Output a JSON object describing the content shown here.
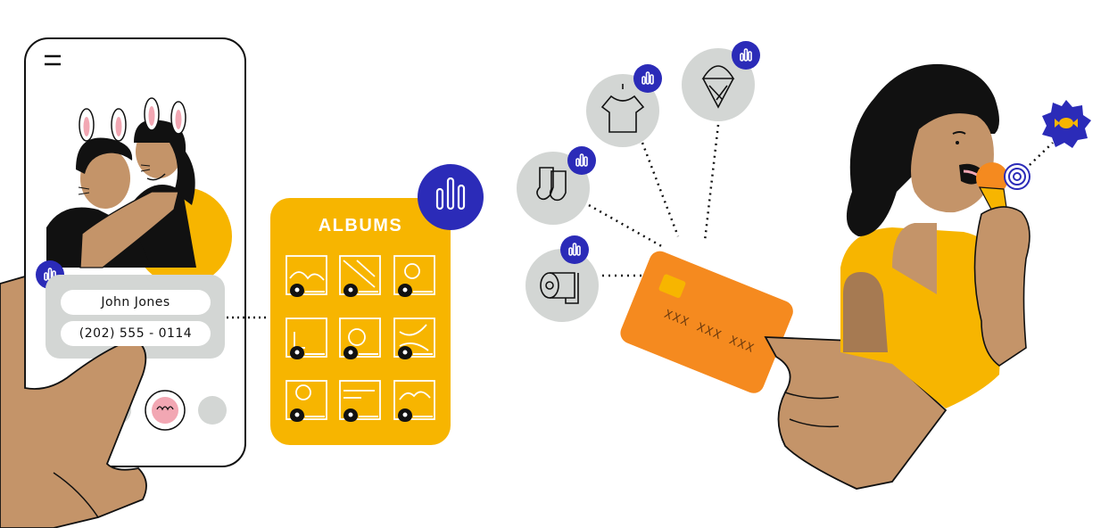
{
  "contact": {
    "name": "John Jones",
    "phone": "(202) 555 - 0114"
  },
  "albums": {
    "title": "ALBUMS"
  },
  "card": {
    "number_mask": "XXX XXX XXX"
  },
  "icons": [
    "menu-icon",
    "analytics-badge-icon",
    "location-pin-icon",
    "socks-icon",
    "shirt-icon",
    "ice-cream-icon",
    "toilet-paper-icon",
    "candy-badge-icon",
    "target-icon"
  ],
  "colors": {
    "accent_blue": "#2b2bb8",
    "yellow": "#f7b500",
    "orange_card": "#f58a1f",
    "gray_circle": "#d3d6d4",
    "skin": "#c49469",
    "hair": "#111111"
  }
}
